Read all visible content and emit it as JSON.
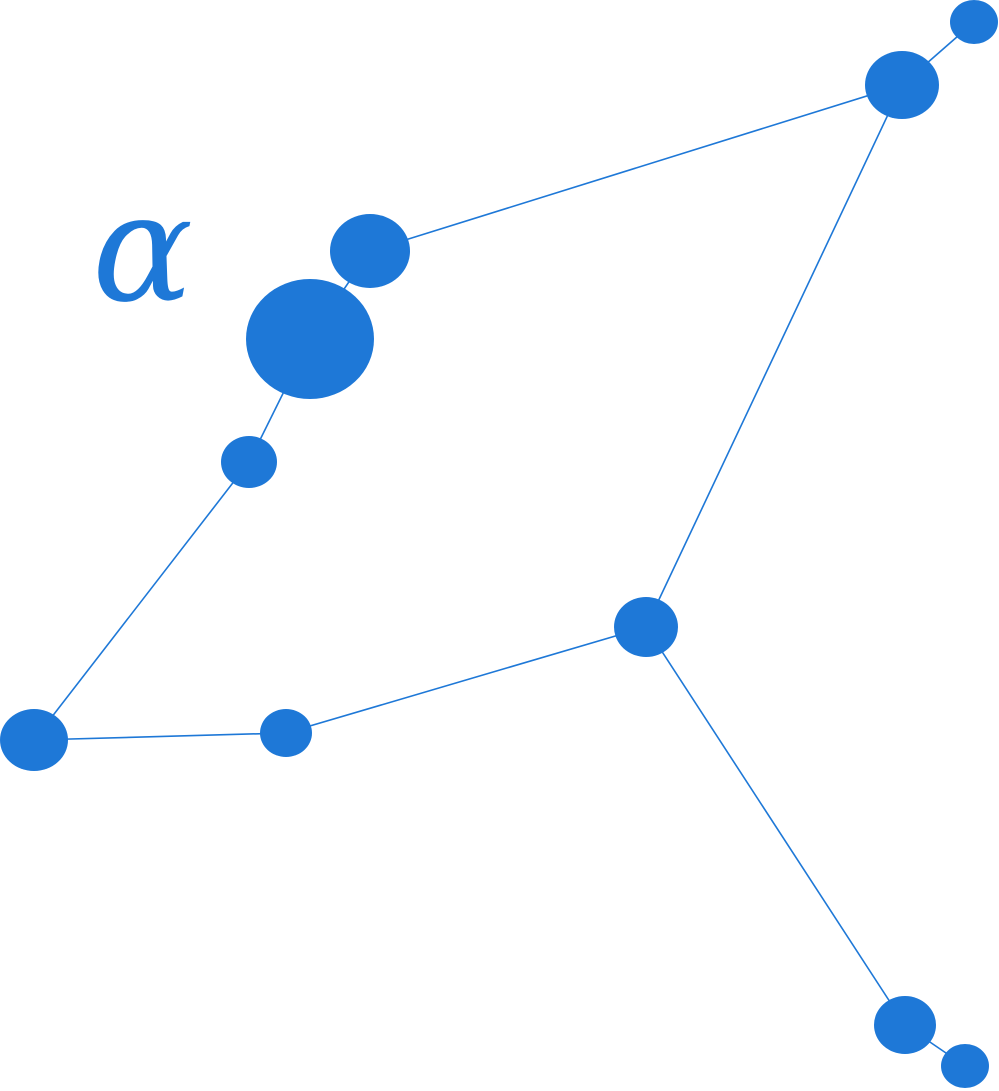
{
  "diagram": {
    "label": "α",
    "colors": {
      "accent": "#1e78d7",
      "background": "#ffffff"
    },
    "edges": [
      [
        "n_right_top",
        "n_corner_tr"
      ],
      [
        "n_right_top",
        "n_upper_mid"
      ],
      [
        "n_right_top",
        "n_center_right"
      ],
      [
        "n_upper_mid",
        "n_big"
      ],
      [
        "n_big",
        "n_small_left"
      ],
      [
        "n_small_left",
        "n_left"
      ],
      [
        "n_left",
        "n_bottom_mid"
      ],
      [
        "n_bottom_mid",
        "n_center_right"
      ],
      [
        "n_center_right",
        "n_bottom_right"
      ],
      [
        "n_bottom_right",
        "n_corner_br"
      ]
    ]
  }
}
